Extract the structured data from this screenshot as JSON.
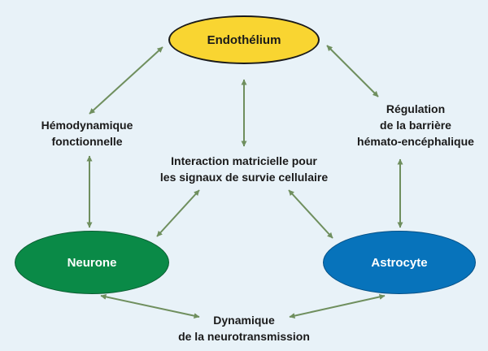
{
  "colors": {
    "background": "#e8f2f8",
    "arrow": "#6f8f5e",
    "endothelium_fill": "#f9d531",
    "neurone_fill": "#0a8a47",
    "astrocyte_fill": "#0773bb"
  },
  "nodes": {
    "endothelium": "Endothélium",
    "neurone": "Neurone",
    "astrocyte": "Astrocyte"
  },
  "labels": {
    "hemodynamique": [
      "Hémodynamique",
      "fonctionnelle"
    ],
    "regulation": [
      "Régulation",
      "de la barrière",
      "hémato-encéphalique"
    ],
    "interaction": [
      "Interaction matricielle pour",
      "les signaux de survie cellulaire"
    ],
    "dynamique": [
      "Dynamique",
      "de la neurotransmission"
    ]
  }
}
